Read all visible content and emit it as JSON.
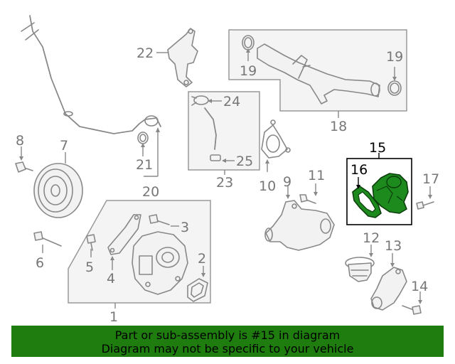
{
  "callouts": {
    "c1": "1",
    "c2": "2",
    "c3": "3",
    "c4": "4",
    "c5": "5",
    "c6": "6",
    "c7": "7",
    "c8": "8",
    "c9": "9",
    "c10": "10",
    "c11": "11",
    "c12": "12",
    "c13": "13",
    "c14": "14",
    "c15": "15",
    "c16": "16",
    "c17": "17",
    "c18": "18",
    "c19a": "19",
    "c19b": "19",
    "c20": "20",
    "c21": "21",
    "c22": "22",
    "c23": "23",
    "c24": "24",
    "c25": "25"
  },
  "highlighted_part": "15",
  "colors": {
    "highlight": "#1d8a1d",
    "banner": "#1e7d0e",
    "line": "#888888"
  },
  "banner": {
    "line1": "Part or sub-assembly is #15 in diagram",
    "line2": "Diagram may not be specific to your vehicle"
  }
}
